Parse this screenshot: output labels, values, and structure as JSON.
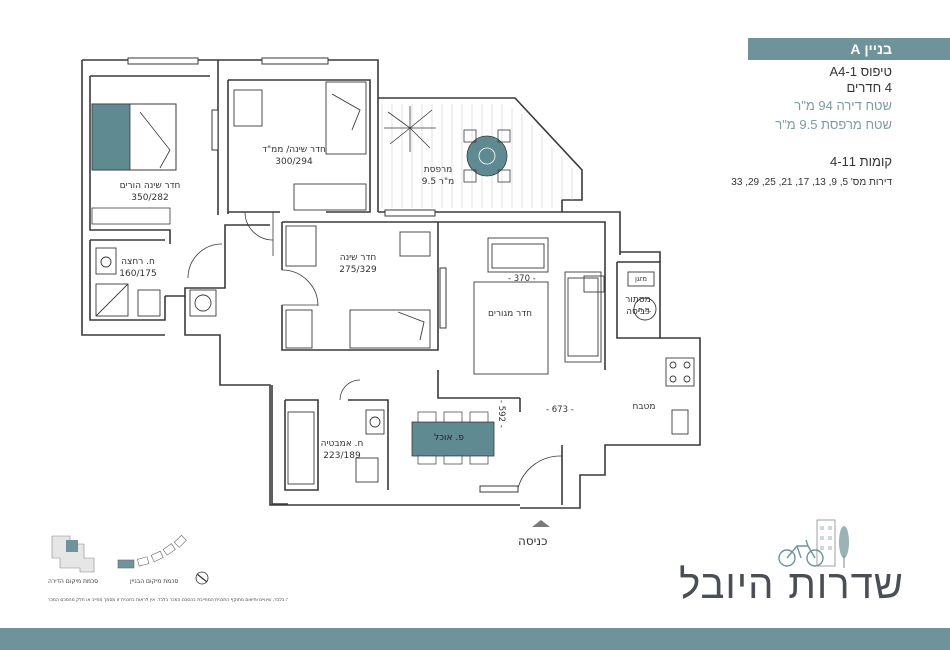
{
  "header": {
    "building": "בניין A",
    "type_label": "טיפוס A4-1",
    "rooms": "4 חדרים",
    "apartment_area": "שטח דירה 94 מ\"ר",
    "balcony_area": "שטח מרפסת 9.5 מ\"ר",
    "floors": "קומות 4-11",
    "units": "דירות מס' 5, 9, 13, 17, 21, 25, 29, 33"
  },
  "rooms": {
    "master_bedroom": {
      "name": "חדר שינה הורים",
      "size": "350/282"
    },
    "bedroom_safe_room": {
      "name": "חדר שינה/ ממ\"ד",
      "size": "300/294"
    },
    "balcony": {
      "name": "מרפסת",
      "size": "9.5 מ\"ר"
    },
    "bedroom": {
      "name": "חדר שינה",
      "size": "275/329"
    },
    "shower": {
      "name": "ח. רחצה",
      "size": "160/175"
    },
    "living_room": {
      "name": "חדר מגורים"
    },
    "storage": {
      "name": "מסתור",
      "name2": "כביסה"
    },
    "ac_unit": "מזגן",
    "mt_label": "מ.ת.",
    "kitchen": {
      "name": "מטבח"
    },
    "dining": {
      "name": "פ. אוכל"
    },
    "bathroom": {
      "name": "ח. אמבטיה",
      "size": "223/189"
    }
  },
  "dimensions": {
    "living_width": "- 370 -",
    "height_592": "- 592 -",
    "width_673": "- 673 -"
  },
  "entrance": "כניסה",
  "keyplans": {
    "apartment": "סכמת מיקום הדירה",
    "building": "סכמת מיקום הבניין"
  },
  "brand": "שדרות היובל",
  "disclaimer": "התכנית היא הדמיה להמחשה בלבד, שינויים ותיאום מתוקף התכנית המחייבת בהסכם המכר בלבד. אין לראות בתכנית זו מסמך מחייב או חלק מהסכם המכר",
  "colors": {
    "accent": "#6f939a",
    "furniture_fill": "#5f8a91"
  }
}
